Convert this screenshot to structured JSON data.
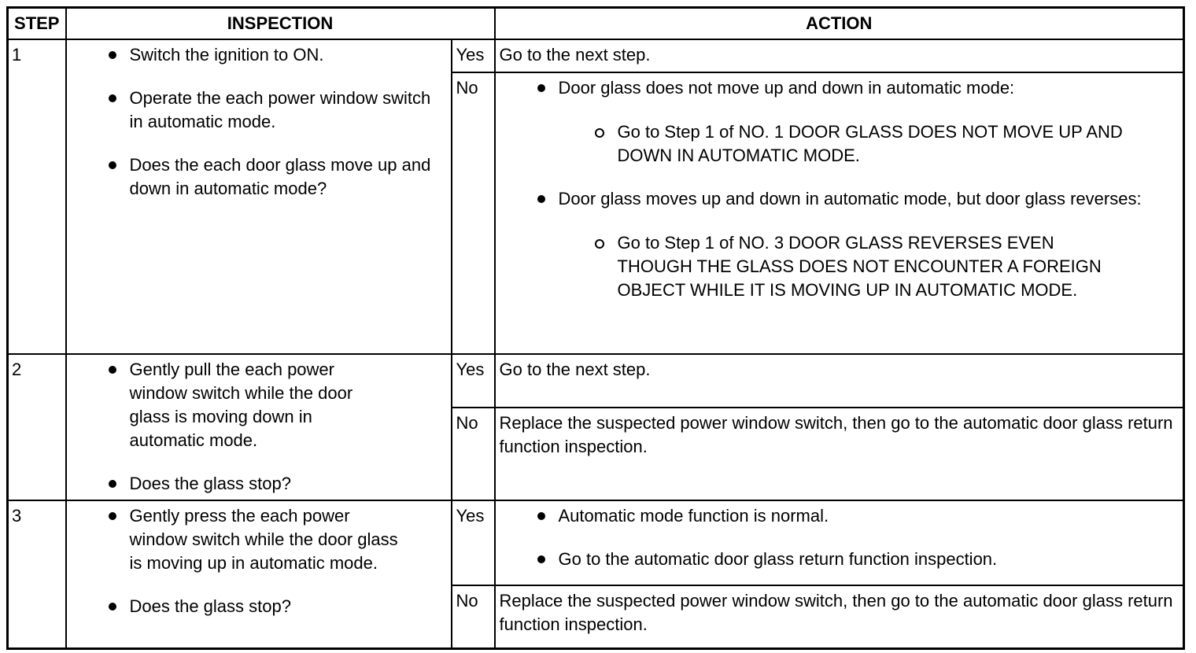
{
  "headers": {
    "step": "STEP",
    "inspection": "INSPECTION",
    "action": "ACTION"
  },
  "steps": [
    {
      "num": "1",
      "inspection": [
        "Switch the ignition to ON.",
        "Operate the each power window switch in automatic mode.",
        "Does the each door glass move up and down in automatic mode?"
      ],
      "yes_label": "Yes",
      "yes_action": "Go to the next step.",
      "no_label": "No",
      "no_items": [
        {
          "text": "Door glass does not move up and down in automatic mode:",
          "sub": "Go to Step 1 of NO. 1 DOOR GLASS DOES NOT MOVE UP AND DOWN IN AUTOMATIC MODE."
        },
        {
          "text": "Door glass moves up and down in automatic mode, but door glass reverses:",
          "sub": "Go to Step 1 of NO. 3 DOOR GLASS REVERSES EVEN THOUGH THE GLASS DOES NOT ENCOUNTER A FOREIGN OBJECT WHILE IT IS MOVING UP IN AUTOMATIC MODE."
        }
      ]
    },
    {
      "num": "2",
      "inspection": [
        "Gently pull the each power window switch while the door glass is moving down in automatic mode.",
        "Does the glass stop?"
      ],
      "yes_label": "Yes",
      "yes_action": "Go to the next step.",
      "no_label": "No",
      "no_action": "Replace the suspected power window switch, then go to the automatic door glass return function inspection."
    },
    {
      "num": "3",
      "inspection": [
        "Gently press the each power window switch while the door glass is moving up in automatic mode.",
        "Does the glass stop?"
      ],
      "yes_label": "Yes",
      "yes_items": [
        "Automatic mode function is normal.",
        "Go to the automatic door glass return function inspection."
      ],
      "no_label": "No",
      "no_action": "Replace the suspected power window switch, then go to the automatic door glass return function inspection."
    }
  ]
}
